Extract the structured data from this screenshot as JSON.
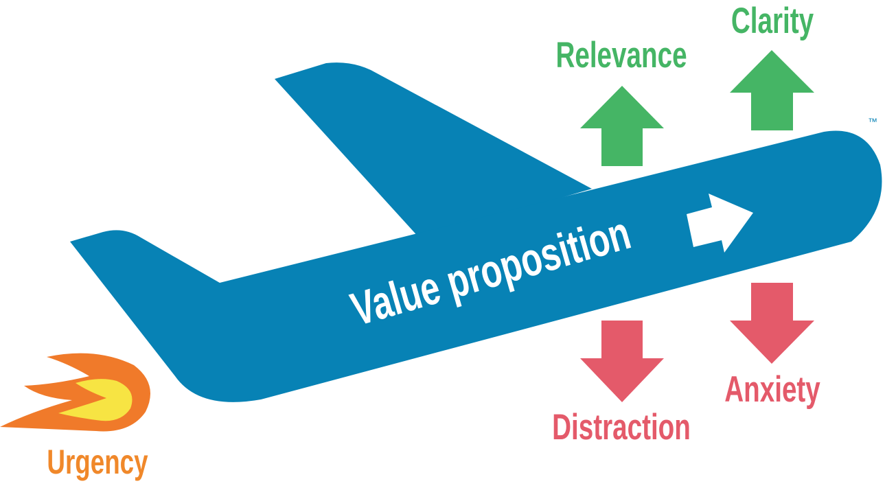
{
  "diagram": {
    "center_label": "Value proposition",
    "positive_factors": [
      {
        "label": "Relevance",
        "color": "#45b565",
        "direction": "up"
      },
      {
        "label": "Clarity",
        "color": "#45b565",
        "direction": "up"
      }
    ],
    "negative_factors": [
      {
        "label": "Distraction",
        "color": "#e45a6a",
        "direction": "down"
      },
      {
        "label": "Anxiety",
        "color": "#e45a6a",
        "direction": "down"
      }
    ],
    "propulsion": {
      "label": "Urgency",
      "color": "#f0882a"
    },
    "trademark": "™",
    "colors": {
      "plane": "#0782b5",
      "flame_outer": "#f07a2a",
      "flame_inner": "#f7e443",
      "arrow_inside": "#ffffff"
    },
    "icons": [
      "airplane-icon",
      "flame-icon",
      "arrow-right-icon",
      "arrow-up-icon",
      "arrow-down-icon"
    ]
  }
}
